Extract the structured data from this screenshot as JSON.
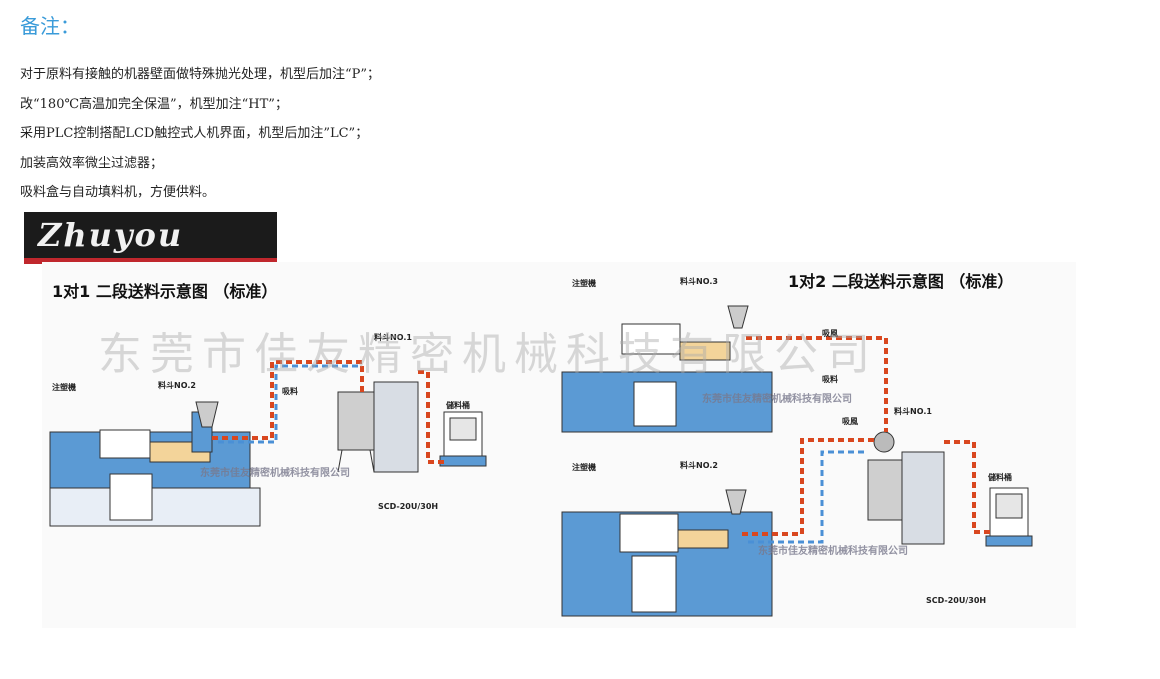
{
  "header": {
    "title": "备注："
  },
  "notes": [
    "对于原料有接触的机器壁面做特殊抛光处理，机型后加注“P”；",
    "改“180℃高温加完全保温”，机型加注“HT”；",
    "采用PLC控制搭配LCD触控式人机界面，机型后加注”LC”；",
    "加装高效率微尘过滤器；",
    "吸料盒与自动填料机，方便供料。"
  ],
  "logo": {
    "text": "Zhuyou"
  },
  "diagram": {
    "left_title": "1对1  二段送料示意图 （标准）",
    "right_title": "1对2  二段送料示意图 （标准）",
    "watermark": "东莞市佳友精密机械科技有限公司",
    "stamp": "东莞市佳友精密机械科技有限公司",
    "labels": {
      "injection_machine": "注塑機",
      "hopper_no1": "料斗NO.1",
      "hopper_no2": "料斗NO.2",
      "hopper_no3": "料斗NO.3",
      "storage_bin": "儲料桶",
      "model": "SCD-20U/30H",
      "feed": "吸料",
      "air": "吸風"
    }
  }
}
